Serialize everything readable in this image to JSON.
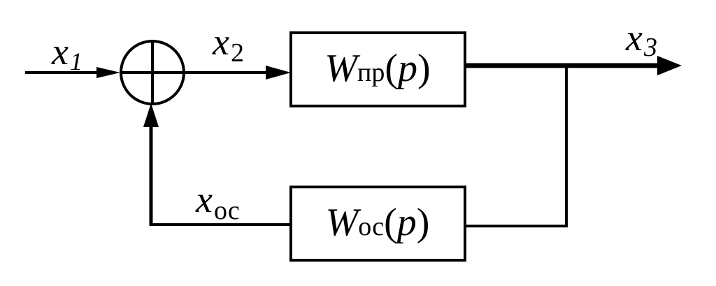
{
  "signals": {
    "x1": {
      "main": "x",
      "sub": "1"
    },
    "x2": {
      "main": "x",
      "sub": "2"
    },
    "x3": {
      "main": "x",
      "sub": "3"
    },
    "xos": {
      "main": "x",
      "sub": "ос"
    }
  },
  "blocks": {
    "forward": {
      "w": "W",
      "sub": "пр",
      "open": "(",
      "arg": "p",
      "close": ")"
    },
    "feedback": {
      "w": "W",
      "sub": "ос",
      "open": "(",
      "arg": "p",
      "close": ")"
    }
  },
  "colors": {
    "stroke": "#000000",
    "background": "#ffffff"
  },
  "icons": {
    "summing_junction": "summing-junction-icon",
    "arrow": "arrow-head-icon"
  }
}
